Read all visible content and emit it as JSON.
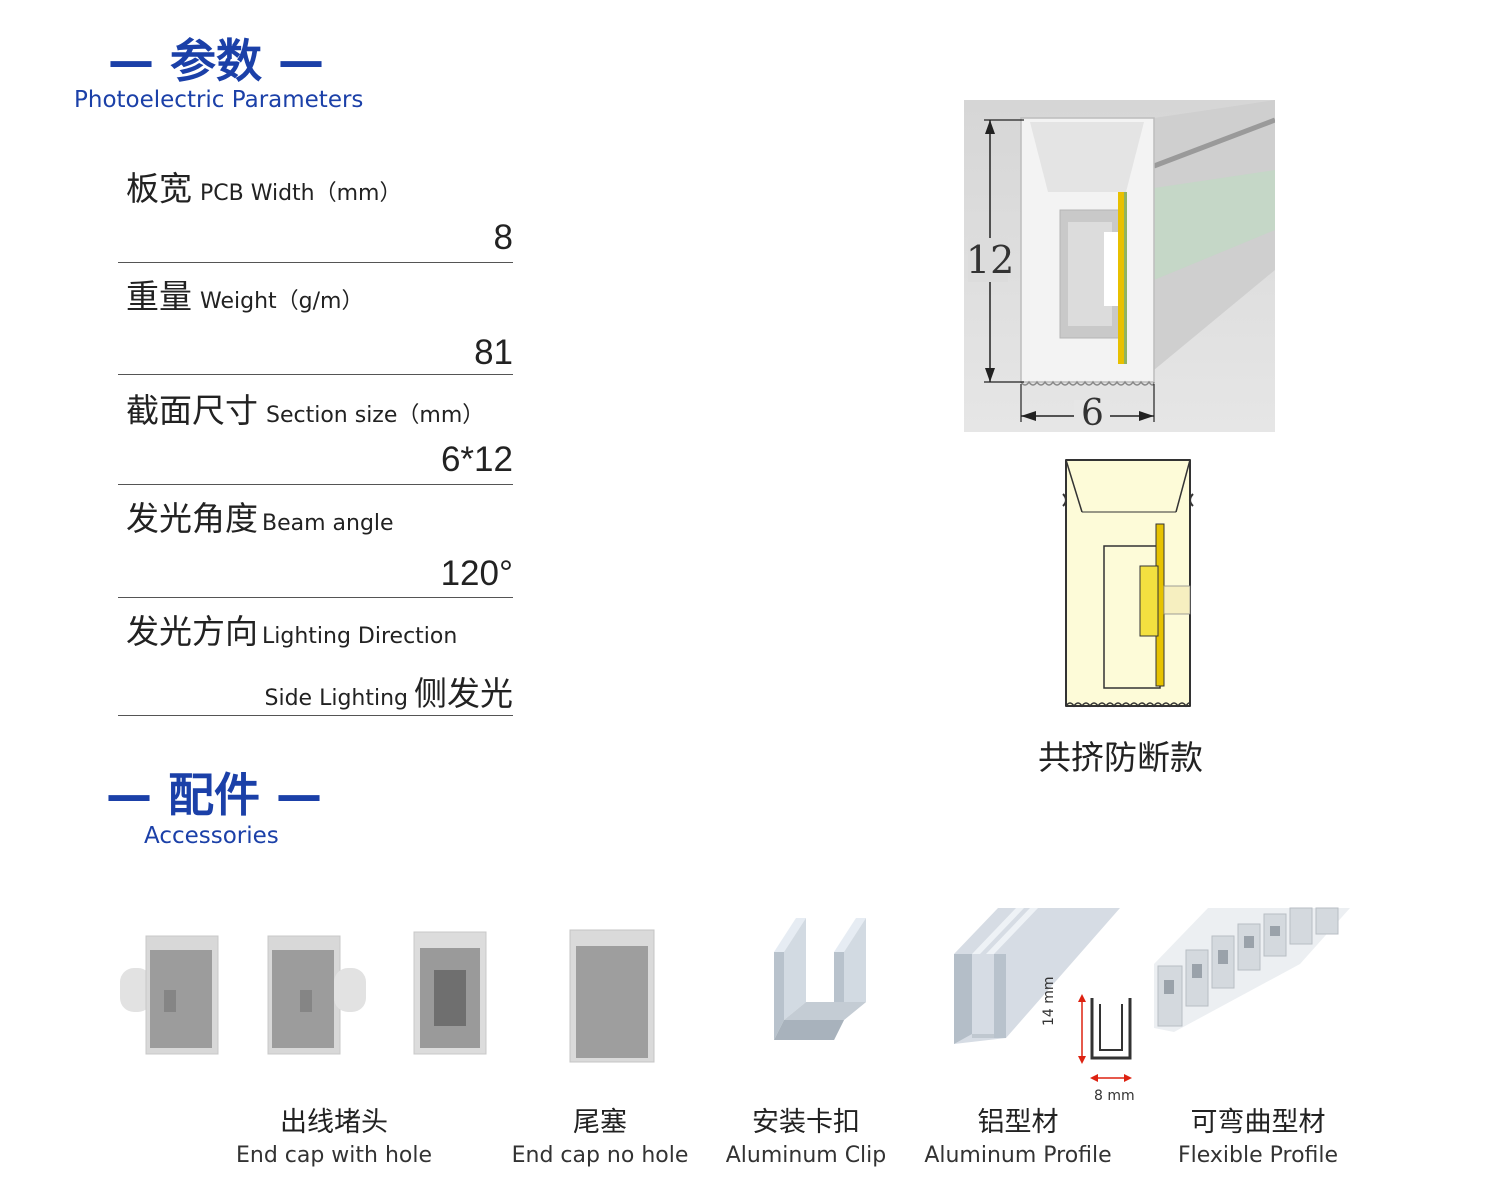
{
  "parameters_section": {
    "title": "— 参数 —",
    "subtitle": "Photoelectric Parameters"
  },
  "parameters": [
    {
      "cn": "板宽",
      "en": "PCB Width（mm）",
      "value": "8"
    },
    {
      "cn": "重量",
      "en": "Weight（g/m）",
      "value": "81"
    },
    {
      "cn": "截面尺寸",
      "en": "Section size（mm）",
      "value": "6*12"
    },
    {
      "cn": "发光角度",
      "en": "Beam angle",
      "value": "120°"
    },
    {
      "cn": "发光方向",
      "en": "Lighting Direction",
      "value_en": "Side Lighting",
      "value_cn": "侧发光"
    }
  ],
  "diagram": {
    "height_label": "12",
    "width_label": "6",
    "caption": "共挤防断款"
  },
  "accessories_section": {
    "title": "— 配件 —",
    "subtitle": "Accessories"
  },
  "accessories": [
    {
      "cn": "出线堵头",
      "en": "End cap with hole"
    },
    {
      "cn": "尾塞",
      "en": "End cap no hole"
    },
    {
      "cn": "安装卡扣",
      "en": "Aluminum Clip"
    },
    {
      "cn": "铝型材",
      "en": "Aluminum Profile"
    },
    {
      "cn": "可弯曲型材",
      "en": "Flexible Profile"
    }
  ],
  "profile_dims": {
    "height": "14 mm",
    "width": "8 mm"
  },
  "colors": {
    "accent": "#1b40a8",
    "led_yellow": "#e8c000",
    "glow": "#fdfbd8"
  }
}
